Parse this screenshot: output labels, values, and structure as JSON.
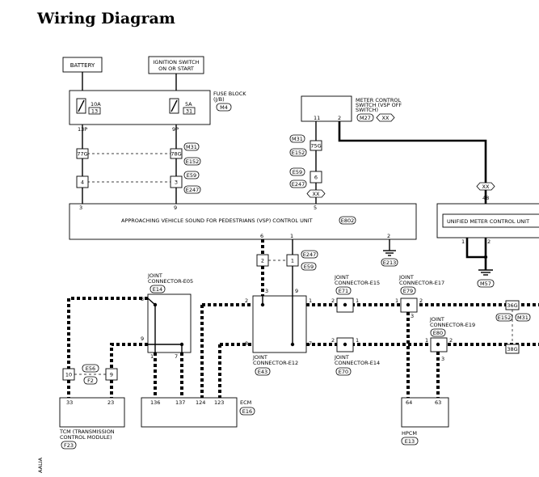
{
  "title": "Wiring Diagram",
  "components": {
    "battery": "BATTERY",
    "ignition_line1": "IGNITION SWITCH",
    "ignition_line2": "ON OR START",
    "fuse_block_line1": "FUSE BLOCK",
    "fuse_block_line2": "(J/B)",
    "fuse_block_conn": "M4",
    "fuse1_amp": "10A",
    "fuse1_num": "13",
    "fuse1_pin": "13P",
    "fuse2_amp": "5A",
    "fuse2_num": "31",
    "fuse2_pin": "9P",
    "meter_switch_line1": "METER CONTROL",
    "meter_switch_line2": "SWITCH (VSP OFF",
    "meter_switch_line3": "SWITCH)",
    "meter_switch_conn": "M27",
    "meter_switch_conn2": "XX",
    "meter_pin_11": "11",
    "meter_pin_2": "2",
    "vsp_unit": "APPROACHING VEHICLE SOUND FOR PEDESTRIANS (VSP) CONTROL UNIT",
    "vsp_conn": "E802",
    "vsp_pin_3": "3",
    "vsp_pin_9": "9",
    "vsp_pin_5": "5",
    "vsp_pin_6": "6",
    "vsp_pin_1": "1",
    "vsp_pin_2": "2",
    "unified_meter": "UNIFIED METER CONTROL UNIT",
    "unified_pin_48": "48",
    "unified_pin_1": "1",
    "unified_pin_2": "2",
    "m57": "M57",
    "e213": "E213",
    "jc_e05_line1": "JOINT",
    "jc_e05_line2": "CONNECTOR-E05",
    "jc_e05_conn": "E14",
    "jc_e12": "JOINT",
    "jc_e12_line2": "CONNECTOR-E12",
    "jc_e12_conn": "E43",
    "jc_e15_line1": "JOINT",
    "jc_e15_line2": "CONNECTOR-E15",
    "jc_e15_conn": "E71",
    "jc_e14_line1": "JOINT",
    "jc_e14_line2": "CONNECTOR-E14",
    "jc_e14_conn": "E70",
    "jc_e17_line1": "JOINT",
    "jc_e17_line2": "CONNECTOR-E17",
    "jc_e17_conn": "E79",
    "jc_e19_line1": "JOINT",
    "jc_e19_line2": "CONNECTOR-E19",
    "jc_e19_conn": "E80",
    "tcm_line1": "TCM (TRANSMISSION",
    "tcm_line2": "CONTROL MODULE)",
    "tcm_conn": "F23",
    "tcm_pin_33": "33",
    "tcm_pin_23": "23",
    "ecm": "ECM",
    "ecm_conn": "E16",
    "ecm_pin_136": "136",
    "ecm_pin_137": "137",
    "ecm_pin_124": "124",
    "ecm_pin_123": "123",
    "hpcm": "HPCM",
    "hpcm_conn": "E13",
    "hpcm_pin_64": "64",
    "hpcm_pin_63": "63",
    "side_code": "AALIA"
  },
  "connectors": {
    "m31": "M31",
    "e152": "E152",
    "e59": "E59",
    "e247": "E247",
    "e56": "E56",
    "f2": "F2",
    "xx": "XX",
    "m31b": "M31",
    "e152b": "E152"
  },
  "terminals": {
    "t77g": "77G",
    "t78g": "78G",
    "t75g": "75G",
    "t4": "4",
    "t3": "3",
    "t6": "6",
    "t2": "2",
    "t1": "1",
    "t10": "10",
    "t9": "9",
    "t36g": "36G",
    "t38g": "38G",
    "t3a": "3",
    "t9a": "9",
    "t1a": "1",
    "t7a": "7",
    "t3b": "3",
    "t9b": "9",
    "t2b": "2",
    "t1b": "1",
    "t8b": "8",
    "t7b": "7",
    "t2c": "2",
    "t1c": "1",
    "t2d": "2",
    "t1d": "1",
    "t1e": "1",
    "t2e": "2",
    "t3e": "3",
    "t1f": "1",
    "t2f": "2",
    "t3f": "3"
  }
}
